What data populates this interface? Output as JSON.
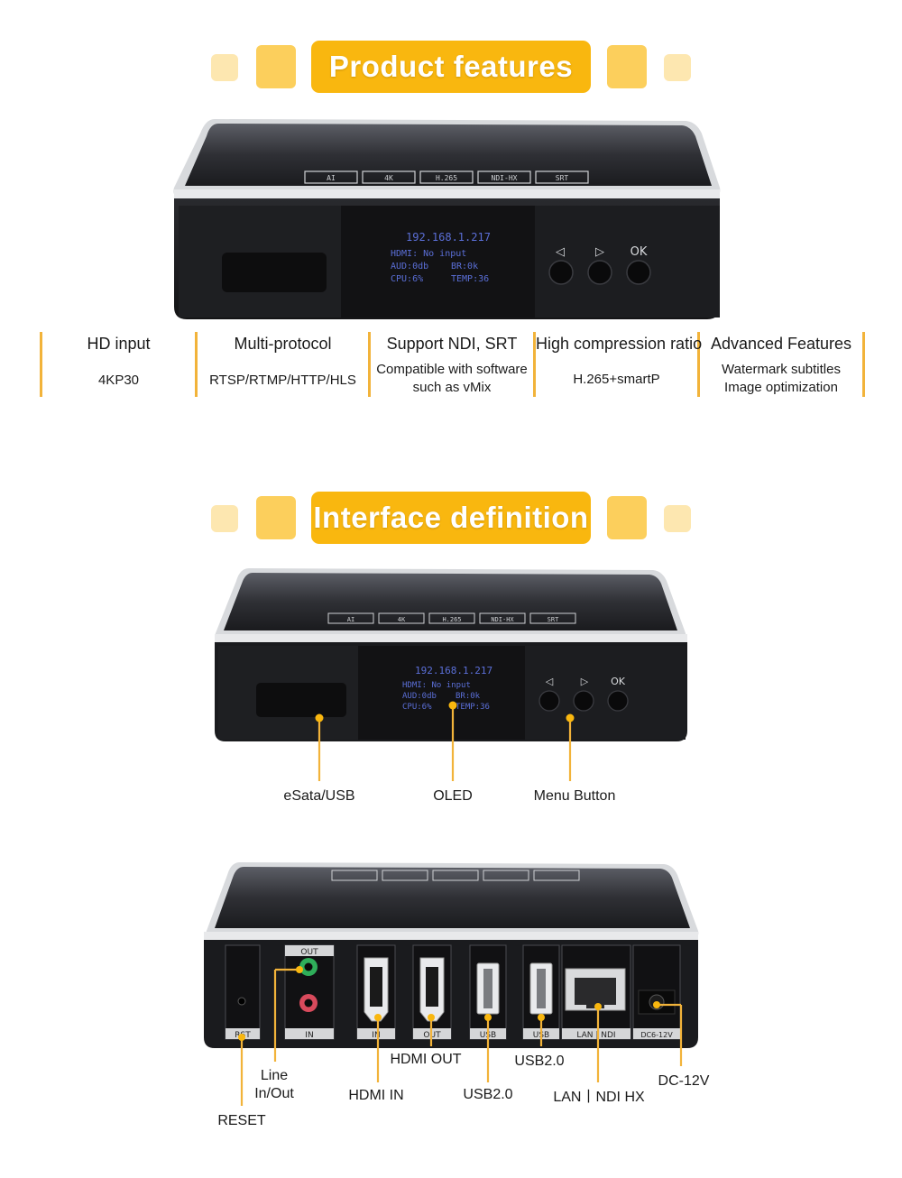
{
  "colors": {
    "accent": "#f9b70f",
    "accent_light": "#fccf5c",
    "accent_pale": "#fde7b0",
    "device_body": "#1f1f22",
    "oled_text": "#5b6fd8"
  },
  "sections": {
    "features_title": "Product features",
    "interface_title": "Interface definition"
  },
  "features": [
    {
      "title": "HD input",
      "lines": [
        "4KP30"
      ]
    },
    {
      "title": "Multi-protocol",
      "lines": [
        "RTSP/RTMP/HTTP/HLS"
      ]
    },
    {
      "title": "Support NDI, SRT",
      "lines": [
        "Compatible with software",
        "such as vMix"
      ]
    },
    {
      "title": "High compression ratio",
      "lines": [
        "H.265+smartP"
      ]
    },
    {
      "title": "Advanced Features",
      "lines": [
        "Watermark subtitles",
        "Image optimization"
      ]
    }
  ],
  "device": {
    "top_badges": [
      "AI",
      "4K",
      "H.265",
      "NDI-HX",
      "SRT"
    ],
    "oled": {
      "ip": "192.168.1.217",
      "line1": "HDMI: No input",
      "line2a": "AUD:0db",
      "line2b": "BR:0k",
      "line3a": "CPU:6%",
      "line3b": "TEMP:36"
    },
    "buttons": [
      "◁",
      "▷",
      "OK"
    ]
  },
  "front_labels": {
    "esata": "eSata/USB",
    "oled": "OLED",
    "menu": "Menu Button"
  },
  "rear_ports": {
    "reset": "RST",
    "audio_out": "OUT",
    "audio_in": "IN",
    "hdmi_in": "IN",
    "hdmi_out": "OUT",
    "usb1": "USB",
    "usb2": "USB",
    "lan": "LAN | NDI",
    "dc": "DC6-12V"
  },
  "rear_labels": {
    "reset": "RESET",
    "line1": "Line",
    "line2": "In/Out",
    "hdmi_in": "HDMI IN",
    "hdmi_out": "HDMI OUT",
    "usb_a": "USB2.0",
    "usb_b": "USB2.0",
    "lan": "LAN丨NDI HX",
    "dc": "DC-12V"
  }
}
